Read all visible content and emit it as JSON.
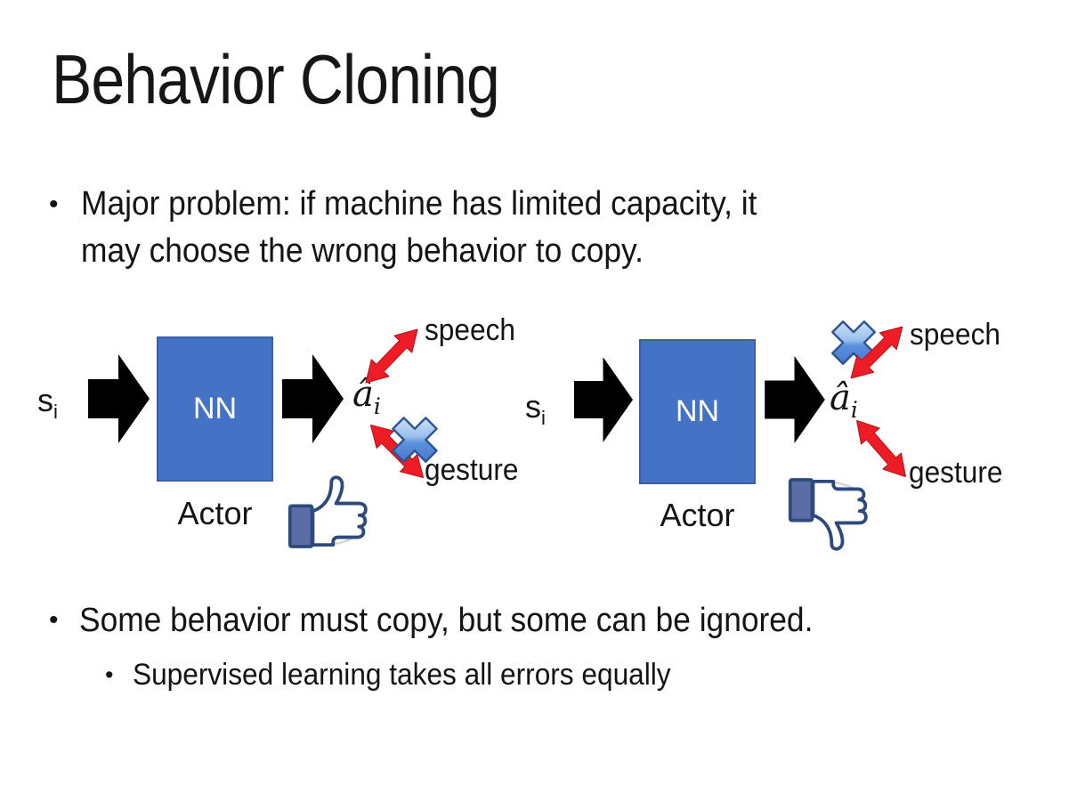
{
  "slide": {
    "title": "Behavior Cloning",
    "bullet1": {
      "marker": "•",
      "line1": "Major problem: if machine has limited capacity, it",
      "line2": "may choose the wrong behavior to copy."
    },
    "bullet2": {
      "marker": "•",
      "text": "Some behavior must copy, but some can be ignored."
    },
    "bullet3": {
      "marker": "•",
      "text": "Supervised learning takes all errors equally"
    },
    "diagrams": {
      "left": {
        "input_main": "s",
        "input_sub": "i",
        "box_label": "NN",
        "caption": "Actor",
        "output_main": "â",
        "output_sub": "i",
        "branch_top": "speech",
        "branch_bottom": "gesture",
        "blocked_branch": "gesture",
        "feedback_icon": "thumbs-up"
      },
      "right": {
        "input_main": "s",
        "input_sub": "i",
        "box_label": "NN",
        "caption": "Actor",
        "output_main": "â",
        "output_sub": "i",
        "branch_top": "speech",
        "branch_bottom": "gesture",
        "blocked_branch": "speech",
        "feedback_icon": "thumbs-down"
      }
    },
    "colors": {
      "text_color": "#141414",
      "nn_box": "#4472C4",
      "nn_box_border": "#3A5FA8",
      "box_text": "#FFFFFF",
      "arrow_black": "#000000",
      "arrow_red": "#EE1C25",
      "arrow_red_edge": "#B01116",
      "cross_light": "#EAF3FD",
      "cross_mid": "#9CC0EC",
      "cross_deep": "#5B90DC",
      "cross_dark": "#3C6CC0",
      "cross_outline": "#2B5492",
      "thumb_outline": "#2E4A7D",
      "thumb_cuff": "#5A6DA6",
      "thumb_shadow": "#D6D6D6"
    }
  }
}
